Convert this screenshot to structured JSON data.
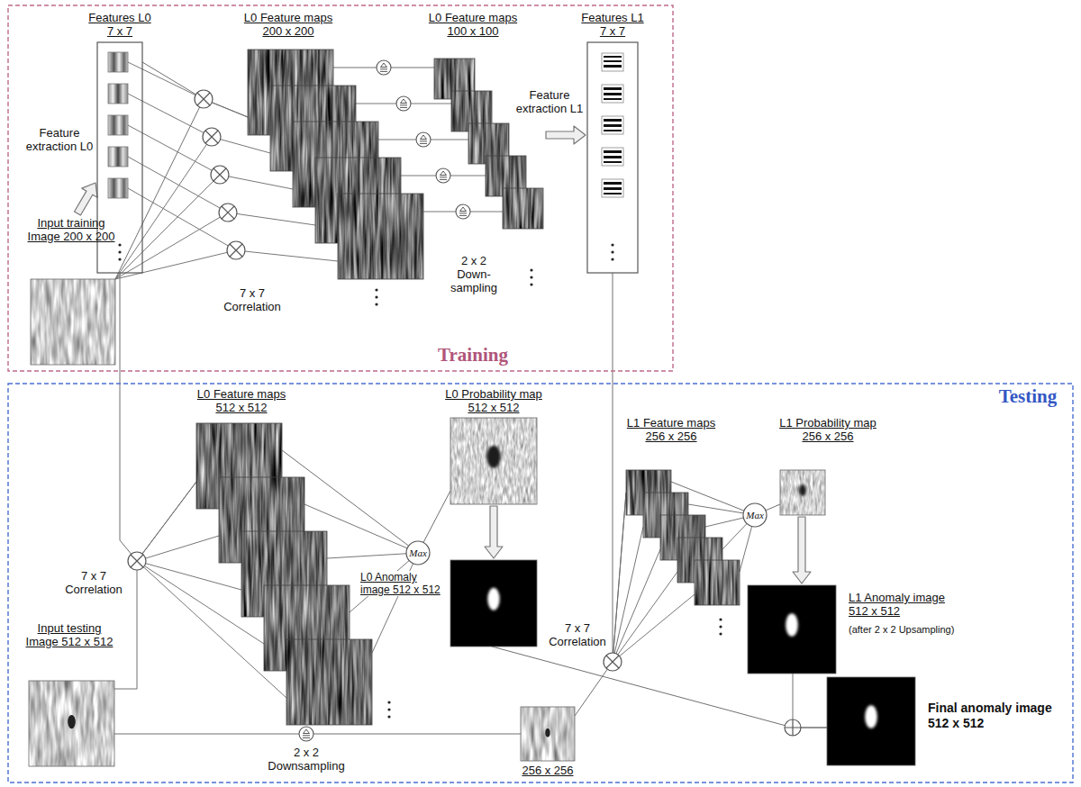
{
  "diagram": {
    "nodes": [
      {
        "text": [
          "Training"
        ]
      },
      {
        "text": [
          "Features L0 7 x 7"
        ],
        "in": 0
      },
      {
        "text": [
          "Input training Image 200 x 200"
        ],
        "in": 0
      },
      {
        "text": [
          "L0 Feature maps 200 x 200"
        ],
        "in": 0
      },
      {
        "text": [
          "L0 Feature maps 100 x 100"
        ],
        "in": 0
      },
      {
        "text": [
          "Features L1 7 x 7"
        ],
        "in": 0
      },
      {
        "text": [
          "Testing"
        ]
      },
      {
        "text": [
          "Input testing Image 512 x 512"
        ],
        "in": 6
      },
      {
        "text": [
          "L0 Feature maps 512 x 512"
        ],
        "in": 6
      },
      {
        "text": [
          "Max"
        ],
        "in": 6
      },
      {
        "text": [
          "L0 Probability map 512 x 512"
        ],
        "in": 6
      },
      {
        "text": [
          "L0 Anomaly image 512 x 512"
        ],
        "in": 6
      },
      {
        "text": [
          "256 x 256"
        ],
        "in": 6
      },
      {
        "text": [
          "L1 Feature maps 256 x 256"
        ],
        "in": 6
      },
      {
        "text": [
          "Max"
        ],
        "in": 6
      },
      {
        "text": [
          "L1 Probability map 256 x 256"
        ],
        "in": 6
      },
      {
        "text": [
          "L1 Anomaly image 512 x 512",
          "(after 2 x 2 Upsampling)"
        ],
        "in": 6
      },
      {
        "text": [
          "Final anomaly image 512 x 512"
        ],
        "in": 6
      }
    ],
    "edges": [
      {
        "from": 2,
        "to": 1,
        "arrow": "to"
      },
      {
        "from": 1,
        "to": 3,
        "arrow": "none"
      },
      {
        "from": 2,
        "to": 3,
        "arrow": "none"
      },
      {
        "from": 3,
        "to": 4,
        "arrow": "none"
      },
      {
        "from": 4,
        "to": 5,
        "arrow": "to"
      },
      {
        "from": 1,
        "to": 8,
        "arrow": "none"
      },
      {
        "from": 7,
        "to": 8,
        "arrow": "none"
      },
      {
        "from": 8,
        "to": 9,
        "arrow": "none"
      },
      {
        "from": 9,
        "to": 10,
        "arrow": "none"
      },
      {
        "from": 10,
        "to": 11,
        "arrow": "to"
      },
      {
        "from": 7,
        "to": 12,
        "arrow": "none"
      },
      {
        "from": 12,
        "to": 13,
        "arrow": "none"
      },
      {
        "from": 5,
        "to": 13,
        "arrow": "none"
      },
      {
        "from": 13,
        "to": 14,
        "arrow": "none"
      },
      {
        "from": 14,
        "to": 15,
        "arrow": "none"
      },
      {
        "from": 15,
        "to": 16,
        "arrow": "to"
      },
      {
        "from": 11,
        "to": 17,
        "arrow": "none"
      },
      {
        "from": 16,
        "to": 17,
        "arrow": "none"
      }
    ],
    "labels": [
      "Feature extraction L0",
      "7 x 7 Correlation",
      "2 x 2 Down- sampling",
      "Feature extraction L1",
      "7 x 7 Correlation",
      "2 x 2 Downsampling",
      "7 x 7 Correlation"
    ]
  }
}
